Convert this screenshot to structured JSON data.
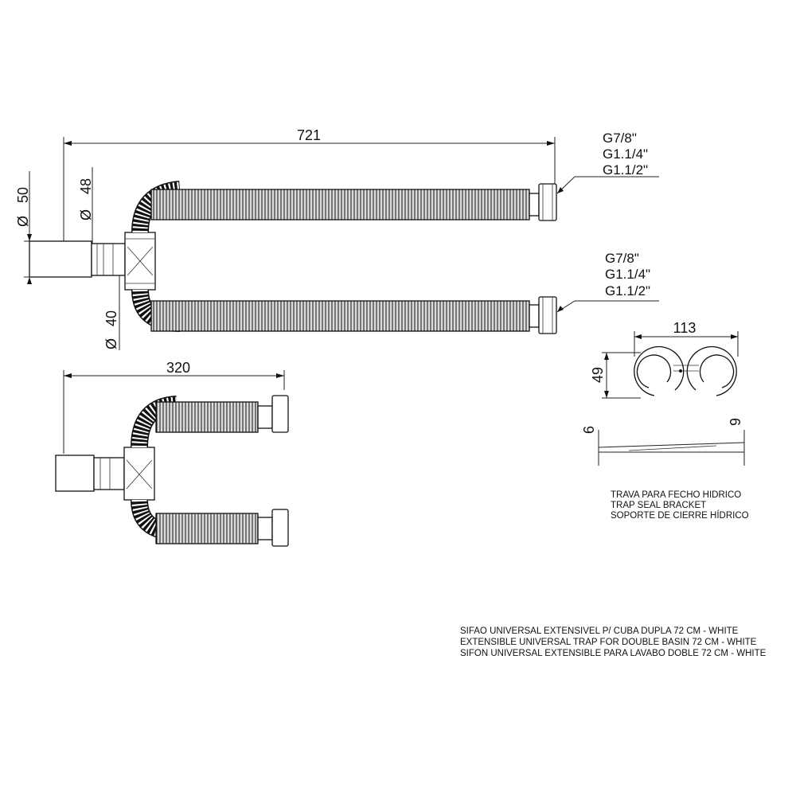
{
  "drawing": {
    "main_view": {
      "overall_length": "721",
      "diameter_symbol": "Ø",
      "dia_outlet": "50",
      "dia_body": "48",
      "dia_lower": "40",
      "upper_thread": [
        "G7/8\"",
        "G1.1/4\"",
        "G1.1/2\""
      ],
      "lower_thread": [
        "G7/8\"",
        "G1.1/4\"",
        "G1.1/2\""
      ]
    },
    "compact_view": {
      "length": "320"
    },
    "bracket": {
      "width": "113",
      "height": "49",
      "thickness_left": "6",
      "thickness_right": "9",
      "caption": [
        "TRAVA PARA FECHO HIDRICO",
        "TRAP SEAL BRACKET",
        "SOPORTE DE CIERRE HÍDRICO"
      ]
    },
    "product_caption": [
      "SIFAO UNIVERSAL EXTENSIVEL P/ CUBA DUPLA 72 CM - WHITE",
      "EXTENSIBLE UNIVERSAL TRAP FOR DOUBLE BASIN 72 CM - WHITE",
      "SIFON UNIVERSAL EXTENSIBLE PARA LAVABO DOBLE 72 CM - WHITE"
    ]
  }
}
